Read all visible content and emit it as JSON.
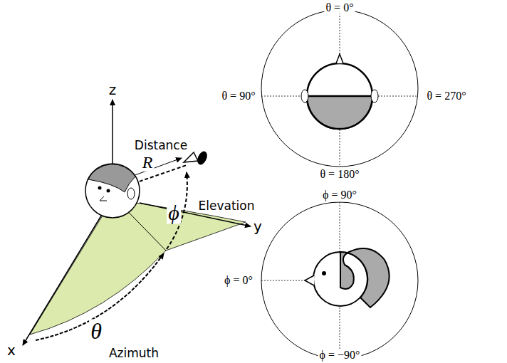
{
  "diagram": {
    "labels": [
      "z",
      "Distance",
      "R",
      "ϕ",
      "Elevation",
      "y",
      "x",
      "θ",
      "Azimuth",
      "θ = 0°",
      "θ = 90°",
      "θ = 270°",
      "θ = 180°",
      "ϕ = 90°",
      "ϕ = 0°",
      "ϕ = −90°"
    ]
  }
}
